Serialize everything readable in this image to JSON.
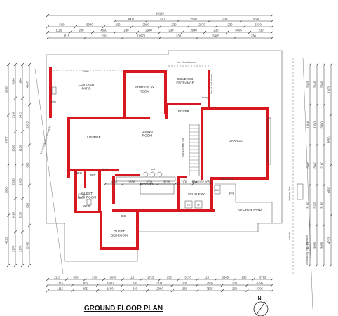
{
  "title": "GROUND FLOOR PLAN",
  "north": "N",
  "rooms": {
    "covered_patio": "COVERED\nPATIO",
    "study_play": "STUDY/PLAY\nROOM",
    "covered_entrance": "COVERED\nENTRANCE",
    "foyer": "FOYER",
    "lounge": "LOUNGE",
    "dining": "DINING\nROOM",
    "garage": "GARAGE",
    "kitchen": "KITCHEN",
    "guest_bathroom": "GUEST\nBATHROOM",
    "guest_bedroom": "GUEST\nBEDROOM",
    "scullery": "SCULLERY",
    "kitchen_yard": "KITCHEN YARD",
    "bic1": "BIC",
    "bic2": "BIC",
    "whb": "WHB",
    "bic3": "BIC"
  },
  "notes": {
    "lintel1": "lintel",
    "lintel2": "lintel",
    "roof_above1": "line of roof above",
    "roof_above2": "line of roof above",
    "fire_wall": "FIRE WALL",
    "dw": "DW",
    "to": "TO",
    "w": "W",
    "stove": "stove",
    "building_line_left": "3m building line / servitude",
    "building_line_right": "3m building line / servitude",
    "washing_line": "washing line",
    "dust_bin": "dust bin",
    "gully": "gully",
    "seat": "seat",
    "entry1": "entry",
    "entry2": "entry",
    "stairs_note": "max 150 stair rise"
  },
  "top_dims": {
    "overall": "18120",
    "row1": [
      "4000",
      "230",
      "2570",
      "230",
      "5630"
    ],
    "row2": [
      "500",
      "5040",
      "230",
      "2990",
      "230",
      "2570",
      "230",
      "5630"
    ],
    "row3": [
      "1115",
      "230",
      "4650",
      "230",
      "2990",
      "230",
      "2640",
      "230",
      "5405",
      "230"
    ],
    "row4": [
      "1115",
      "230",
      "10970",
      "230",
      "5405",
      "230"
    ]
  },
  "bottom_dims": {
    "row1": [
      "1115",
      "805",
      "230",
      "1035",
      "115",
      "1725",
      "230",
      "5170",
      "115",
      "3545",
      "230",
      "3795"
    ],
    "row2": [
      "1115",
      "805",
      "1500",
      "230",
      "3100",
      "230",
      "7555",
      "230",
      "3795"
    ],
    "row3": [
      "1115",
      "805",
      "1500",
      "230",
      "2990",
      "230",
      "7555",
      "230",
      "3795"
    ]
  },
  "left_dims": {
    "col1": [
      "3390",
      "4777",
      "3650",
      "4223"
    ],
    "col2": [
      "3140",
      "2140",
      "1000",
      "2590",
      "3490",
      "2970"
    ],
    "col3": [
      "1840",
      "2425",
      "1150",
      "1430",
      "3230",
      "2970"
    ],
    "col4": [
      "4367",
      "2425",
      "880",
      "890",
      "2970"
    ]
  },
  "right_dims": {
    "col1": [
      "2583",
      "1994",
      "3688",
      "3180",
      "4223"
    ],
    "col2": [
      "2140",
      "1050",
      "3940",
      "2370",
      "3950"
    ],
    "col3": [
      "2560",
      "3490",
      "2160",
      "3180",
      "3950"
    ],
    "col4": [
      "1000",
      "3550",
      "4960",
      "4223"
    ]
  },
  "kitchen_dims": [
    "1000",
    "1650",
    "1000",
    "3235",
    "1100",
    "750 1102 1650"
  ],
  "colors": {
    "wall": "#d8171e",
    "line": "#2b2b2b",
    "thin": "#555555",
    "background": "#ffffff"
  }
}
